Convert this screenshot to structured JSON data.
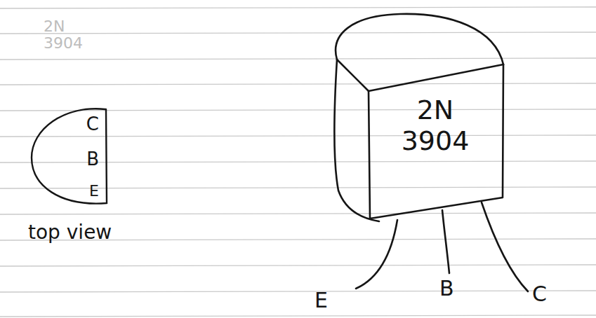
{
  "diagram": {
    "nodes": [
      {
        "text": [
          "C",
          "B",
          "E"
        ]
      },
      {
        "text": [
          "2N 3904"
        ]
      }
    ],
    "labels": [
      "2N 3904",
      "top view",
      "E",
      "B",
      "C"
    ]
  }
}
